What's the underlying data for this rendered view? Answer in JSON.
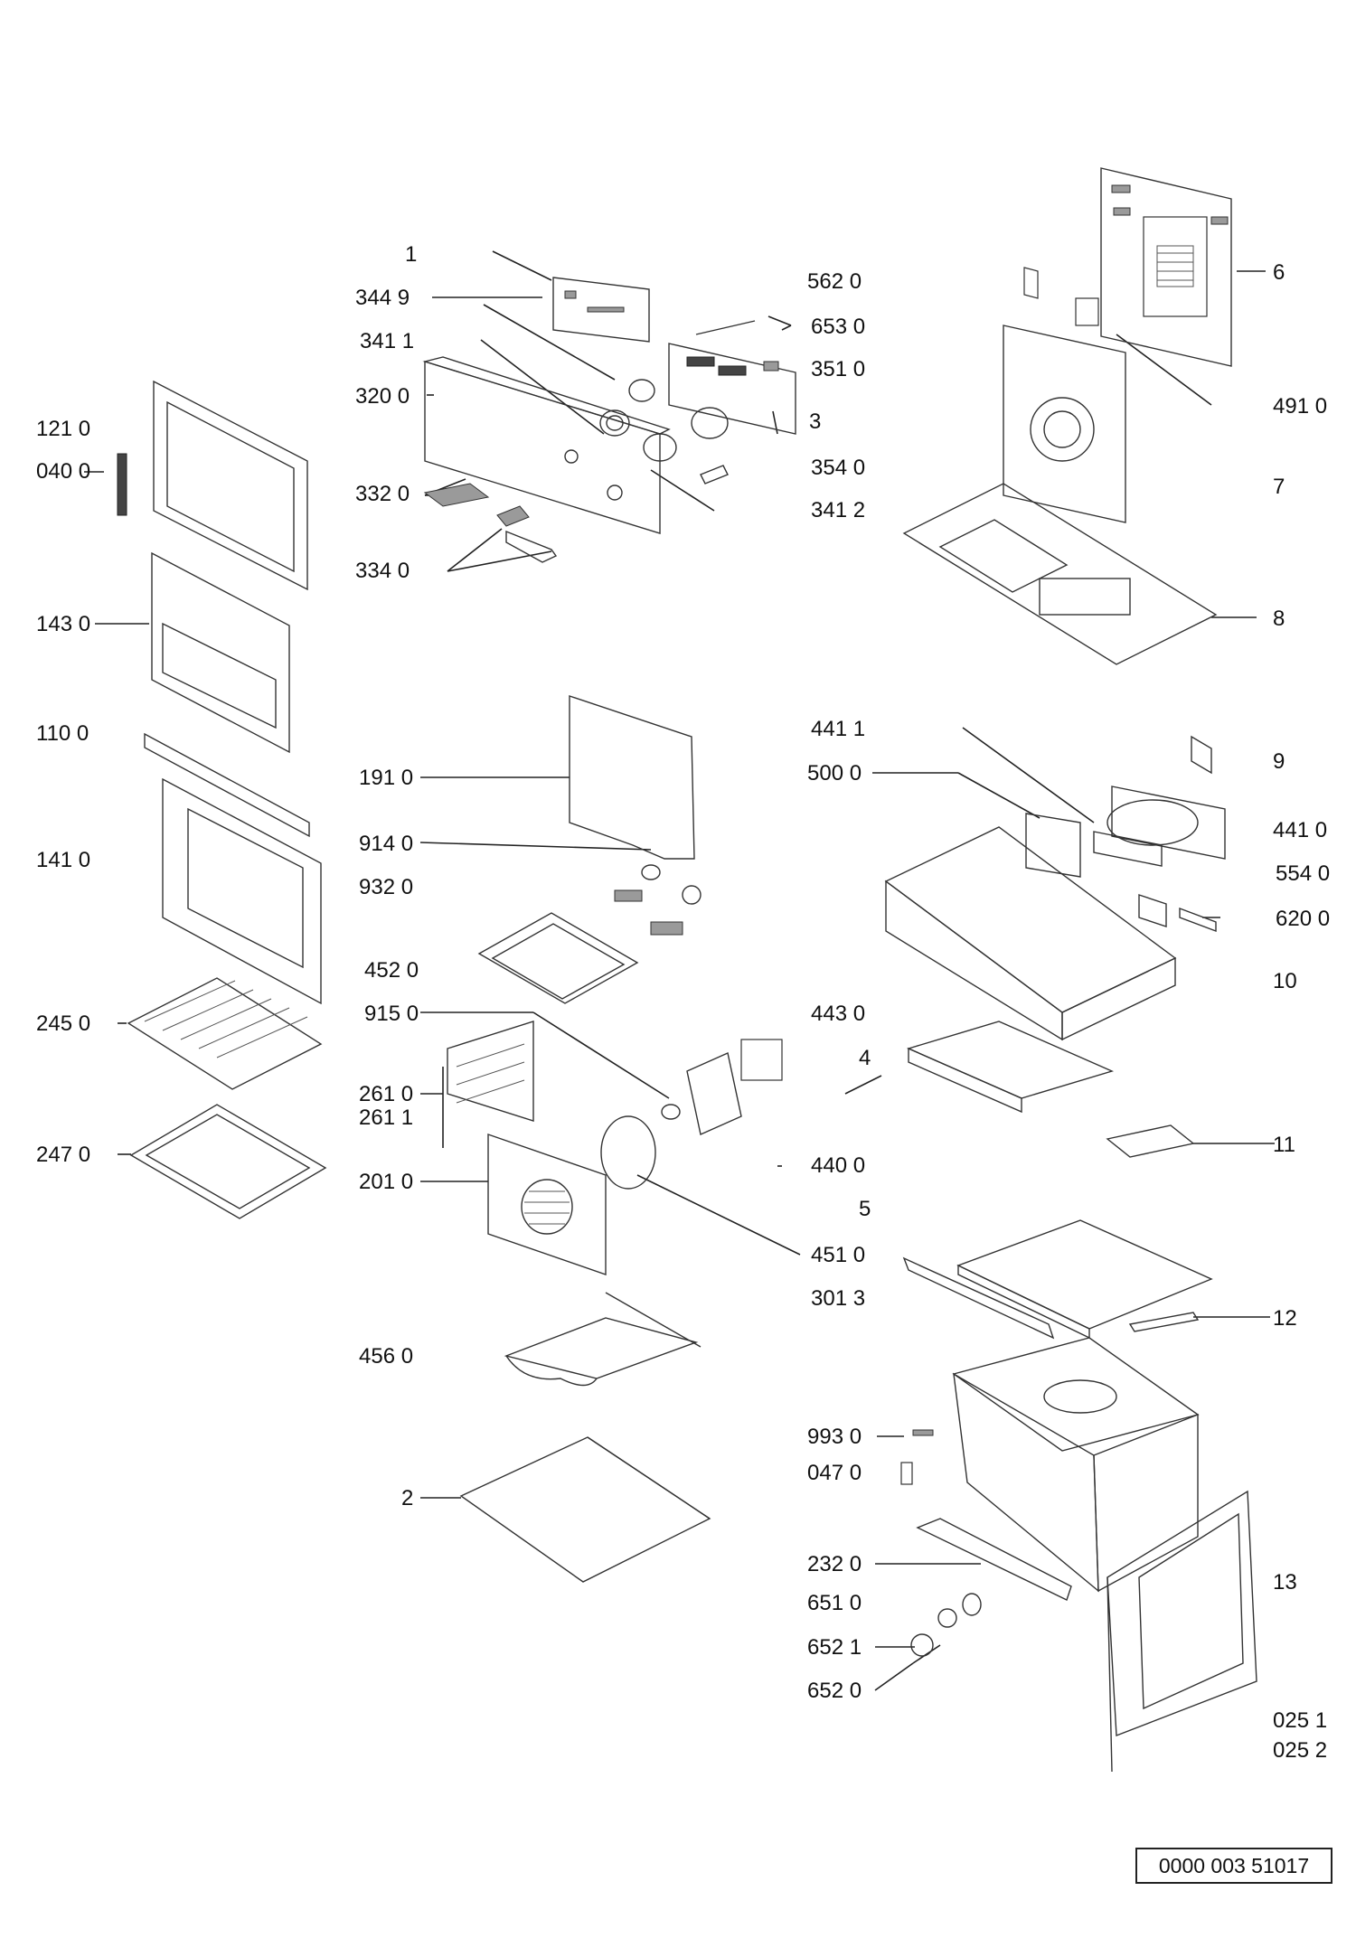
{
  "labels": {
    "l1": "1",
    "l344_9": "344 9",
    "l341_1": "341 1",
    "l320_0": "320 0",
    "l332_0": "332 0",
    "l334_0": "334 0",
    "l562_0": "562 0",
    "l653_0": "653 0",
    "l351_0": "351 0",
    "l3": "3",
    "l354_0": "354 0",
    "l341_2": "341 2",
    "l6": "6",
    "l491_0": "491 0",
    "l7": "7",
    "l8": "8",
    "l121_0": "121 0",
    "l040_0": "040 0",
    "l143_0": "143 0",
    "l110_0": "110 0",
    "l141_0": "141 0",
    "l245_0": "245 0",
    "l247_0": "247 0",
    "l191_0": "191 0",
    "l914_0": "914 0",
    "l932_0": "932 0",
    "l452_0": "452 0",
    "l915_0": "915 0",
    "l261_0": "261 0",
    "l261_1": "261 1",
    "l201_0": "201 0",
    "l456_0": "456 0",
    "l2": "2",
    "l443_0": "443 0",
    "l440_0": "440 0",
    "l451_0": "451 0",
    "l301_3": "301 3",
    "l441_1": "441 1",
    "l500_0": "500 0",
    "l9": "9",
    "l441_0": "441 0",
    "l554_0": "554 0",
    "l620_0": "620 0",
    "l10": "10",
    "l4": "4",
    "l11": "11",
    "l5": "5",
    "l12": "12",
    "l993_0": "993 0",
    "l047_0": "047 0",
    "l232_0": "232 0",
    "l651_0": "651 0",
    "l652_1": "652 1",
    "l652_0": "652 0",
    "l13": "13",
    "l025_1": "025 1",
    "l025_2": "025 2"
  },
  "drawing_ref": "0000 003 51017"
}
